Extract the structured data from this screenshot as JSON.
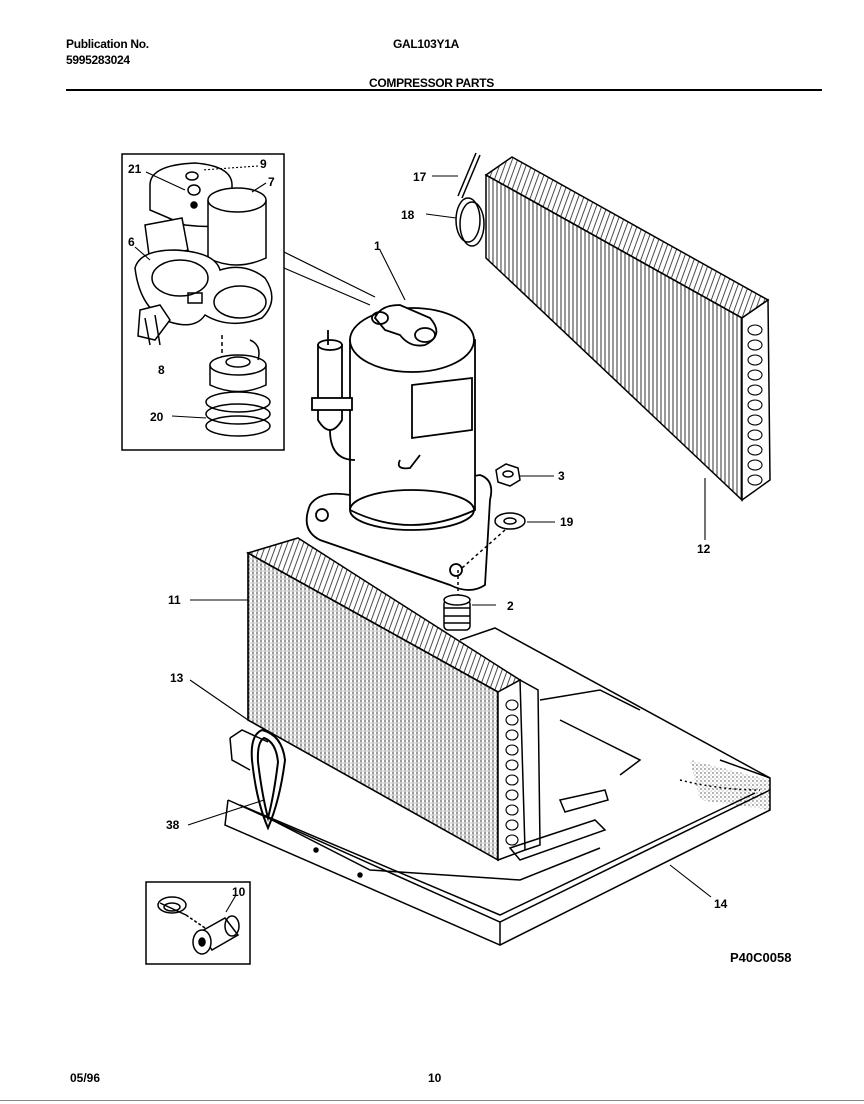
{
  "header": {
    "pub_label": "Publication No.",
    "pub_number": "5995283024",
    "model": "GAL103Y1A",
    "section_title": "COMPRESSOR PARTS"
  },
  "callouts": {
    "c1": "1",
    "c2": "2",
    "c3": "3",
    "c6": "6",
    "c7": "7",
    "c8": "8",
    "c9": "9",
    "c10": "10",
    "c11": "11",
    "c12": "12",
    "c13": "13",
    "c14": "14",
    "c17": "17",
    "c18": "18",
    "c19": "19",
    "c20": "20",
    "c21": "21",
    "c38": "38"
  },
  "drawing_code": "P40C0058",
  "footer": {
    "date": "05/96",
    "page": "10"
  }
}
